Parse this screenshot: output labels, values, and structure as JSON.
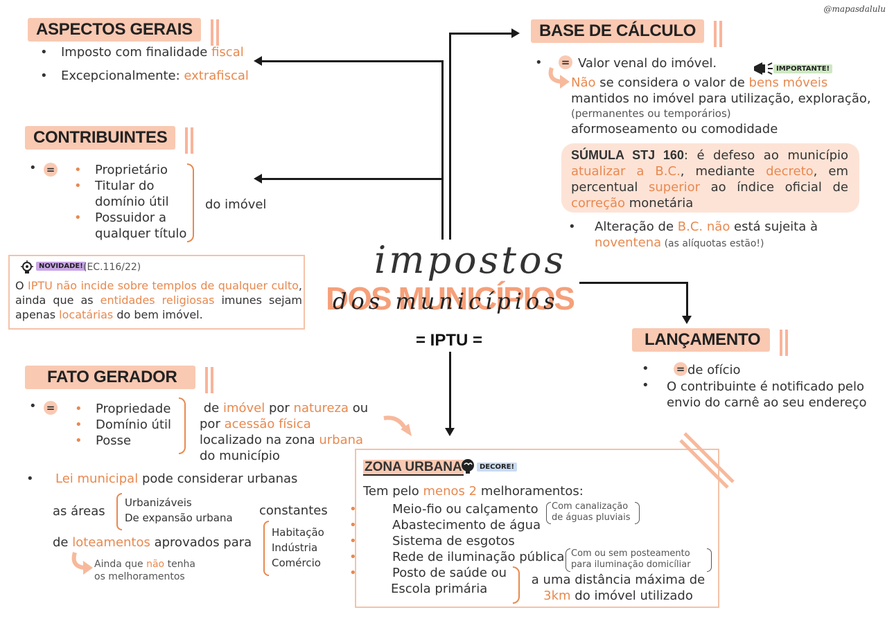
{
  "watermark": "@mapasdalulu",
  "center": {
    "title1": "impostos",
    "title2": "DOS MUNICÍPIOS",
    "title2_script": "dos municípios",
    "subtitle": "= IPTU ="
  },
  "aspectos": {
    "header": "ASPECTOS GERAIS",
    "item1_a": "Imposto com finalidade ",
    "item1_b": "fiscal",
    "item2_a": "Excepcionalmente: ",
    "item2_b": "extrafiscal"
  },
  "contribuintes": {
    "header": "CONTRIBUINTES",
    "eq": "=",
    "items": [
      "Proprietário",
      "Titular do domínio útil",
      "Possuidor a qualquer título"
    ],
    "suffix": "do imóvel"
  },
  "novidade": {
    "tag": "NOVIDADE!",
    "ref": "(EC.116/22)",
    "p1": "O ",
    "p2": "IPTU não incide sobre templos de qualquer culto",
    "p3": ", ainda que as ",
    "p4": "entidades religiosas",
    "p5": " imunes sejam apenas ",
    "p6": "locatárias",
    "p7": " do bem imóvel."
  },
  "fato": {
    "header": "FATO GERADOR",
    "eq": "=",
    "items": [
      "Propriedade",
      "Domínio útil",
      "Posse"
    ],
    "d1": "de ",
    "d2": "imóvel",
    "d3": " por ",
    "d4": "natureza",
    "d5": " ou",
    "d6": "por ",
    "d7": "acessão física",
    "d8": "localizado na zona ",
    "d9": "urbana",
    "d10": "do município",
    "lei_a": "Lei municipal",
    "lei_b": " pode considerar urbanas",
    "areas": "as áreas",
    "areas_items": [
      "Urbanizáveis",
      "De expansão urbana"
    ],
    "constantes": "constantes",
    "lote_a": "de ",
    "lote_b": "loteamentos",
    "lote_c": " aprovados para",
    "lote_items": [
      "Habitação",
      "Indústria",
      "Comércio"
    ],
    "ainda_a": "Ainda que ",
    "ainda_b": "não",
    "ainda_c": " tenha",
    "ainda_d": "os melhoramentos"
  },
  "zona": {
    "header": "ZONA URBANA",
    "colon": ":",
    "tag": "DECORE!",
    "intro_a": "Tem pelo ",
    "intro_b": "menos 2",
    "intro_c": " melhoramentos:",
    "items": [
      "Meio-fio ou calçamento",
      "Abastecimento de água",
      "Sistema de esgotos",
      "Rede de iluminação pública",
      "Posto de saúde ou",
      "Escola primária"
    ],
    "note1_a": "Com canalização",
    "note1_b": "de águas pluviais",
    "note2_a": "Com ou sem posteamento",
    "note2_b": "para iluminação domicíliar",
    "dist_a": "a uma distância máxima de",
    "dist_b": "3km",
    "dist_c": " do imóvel utilizado"
  },
  "base": {
    "header": "BASE DE CÁLCULO",
    "eq": "=",
    "tag": "IMPORTANTE!",
    "v1": "Valor venal do imóvel.",
    "n1": "Não",
    "n2": " se considera o valor de ",
    "n3": "bens móveis",
    "n4": "mantidos no imóvel para utilização, exploração,",
    "n5": "(permanentes ou temporários)",
    "n6": "aformoseamento ou comodidade",
    "s1": "SÚMULA STJ 160",
    "s2": ": é defeso ao município",
    "s3": "atualizar a B.C.",
    "s4": ", mediante ",
    "s5": "decreto",
    "s6": ", em",
    "s7": "percentual ",
    "s8": "superior",
    "s9": " ao índice oficial de",
    "s10": "correção",
    "s11": " monetária",
    "a1": "Alteração de ",
    "a2": "B.C.",
    "a3": " ",
    "a4": "não",
    "a5": " está sujeita à",
    "a6": "noventena",
    "a7": " (as alíquotas estão!)"
  },
  "lancamento": {
    "header": "LANÇAMENTO",
    "eq": "=",
    "i1": " de ofício",
    "i2a": "O contribuinte é notificado pelo",
    "i2b": "envio do carnê ao seu endereço"
  }
}
